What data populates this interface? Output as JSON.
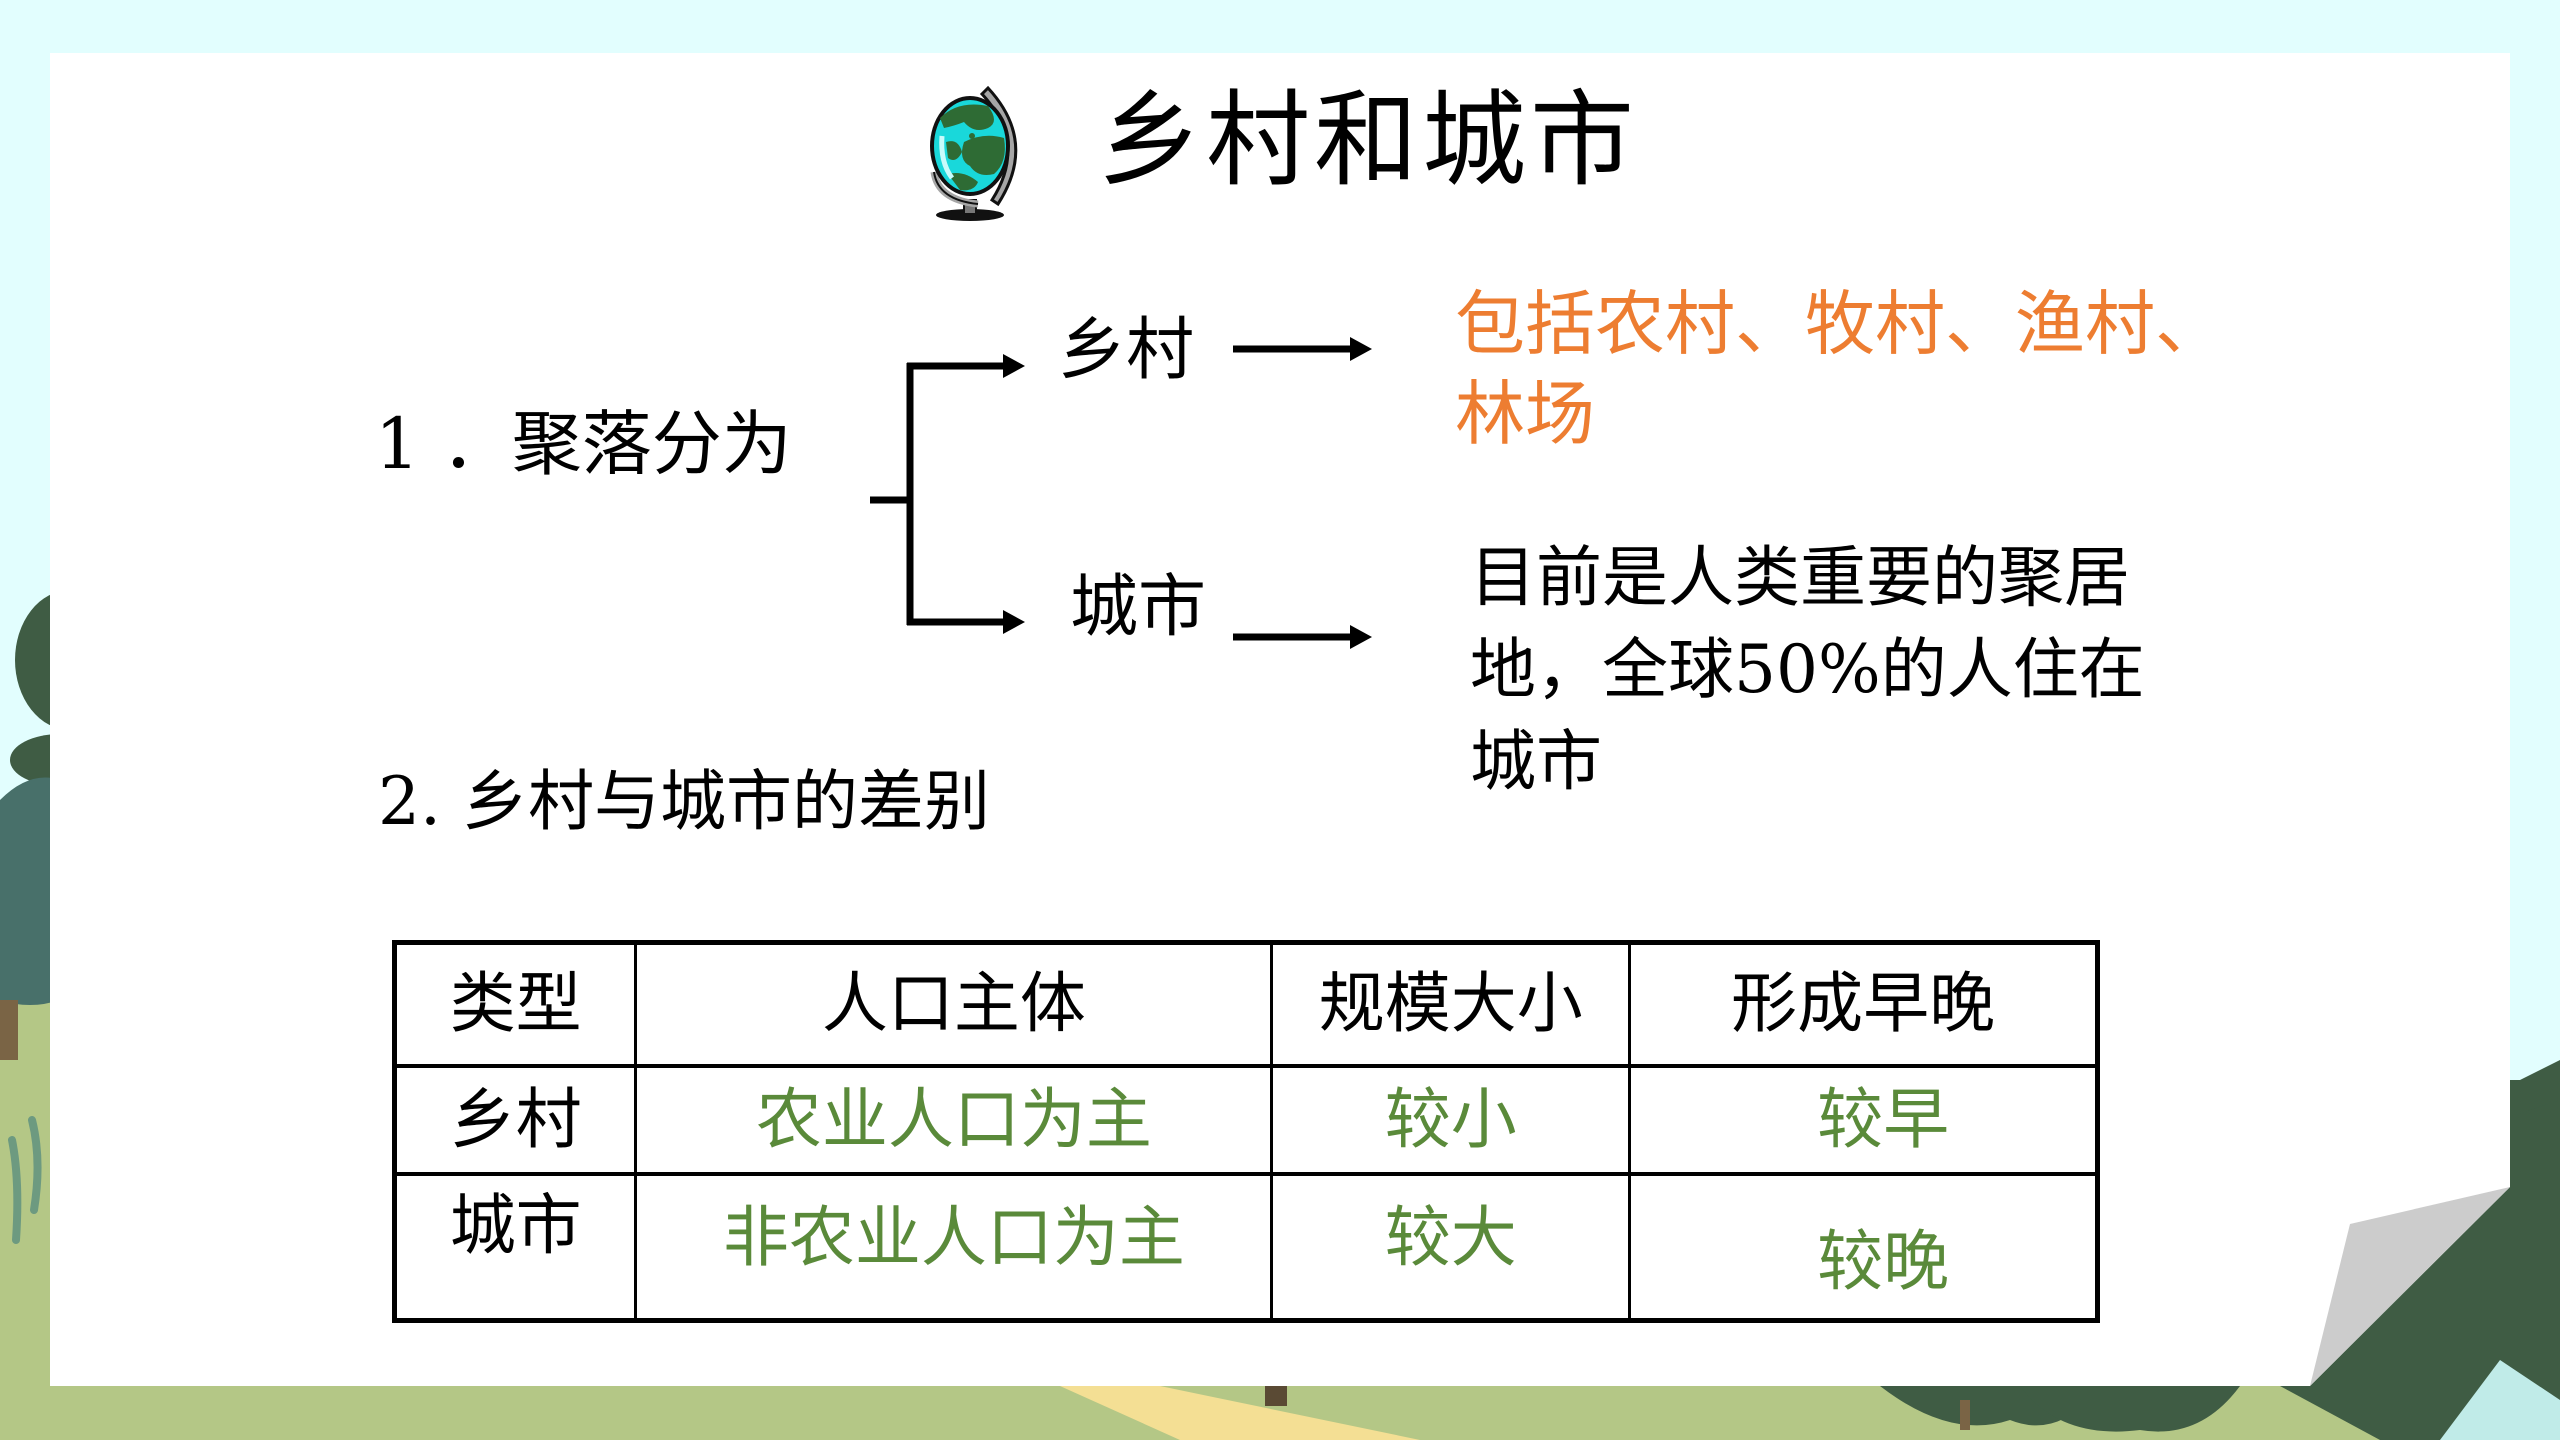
{
  "slide": {
    "title": "乡村和城市",
    "title_icon": "globe-icon"
  },
  "section1": {
    "label": "1 ．聚落分为",
    "branches": [
      {
        "label": "乡村",
        "description_lines": [
          "包括农村、牧村、渔村、",
          "林场"
        ],
        "description_color": "#ed7d31"
      },
      {
        "label": "城市",
        "description_lines": [
          "目前是人类重要的聚居",
          "地，全球50%的人住在",
          "城市"
        ],
        "description_color": "#000000"
      }
    ]
  },
  "section2": {
    "label": "2.  乡村与城市的差别"
  },
  "table": {
    "headers": [
      "类型",
      "人口主体",
      "规模大小",
      "形成早晚"
    ],
    "rows": [
      [
        "乡村",
        "农业人口为主",
        "较小",
        "较早"
      ],
      [
        "城市",
        "非农业人口为主",
        "较大",
        "较晚"
      ]
    ],
    "value_color": "#5a8a3a"
  },
  "colors": {
    "background_sky": "#e2fefe",
    "grass": "#b4c786",
    "tree_dark": "#3f5c44",
    "tree_teal": "#48706a",
    "path": "#f4df94",
    "paper": "#ffffff",
    "accent_orange": "#ed7d31",
    "accent_green": "#5a8a3a"
  }
}
